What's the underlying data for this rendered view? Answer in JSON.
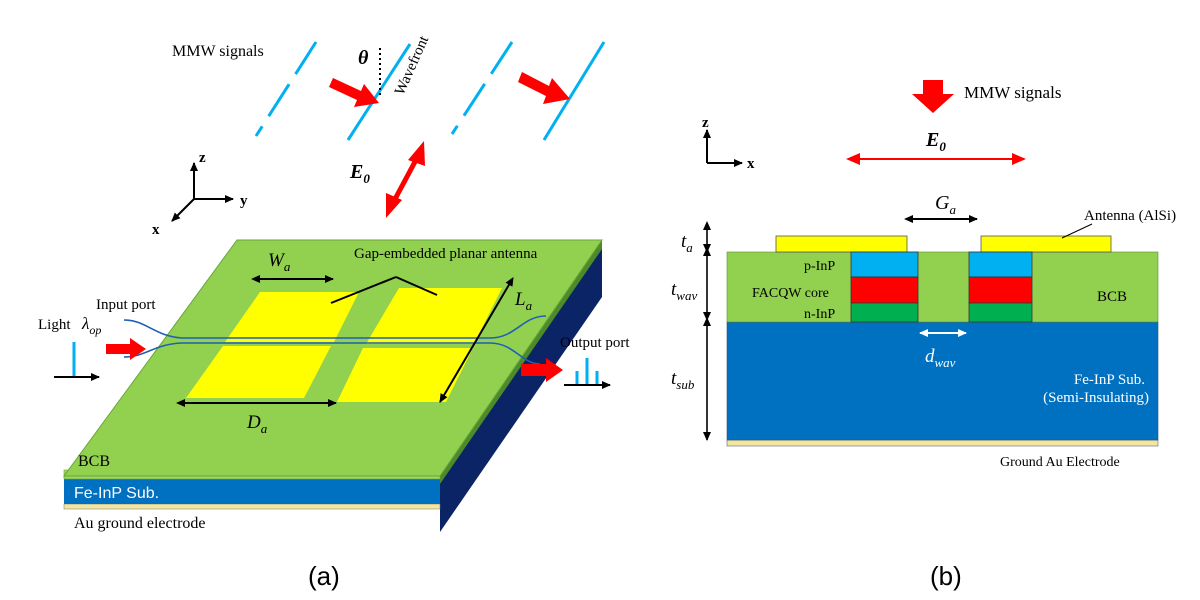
{
  "panel_a": {
    "caption": "(a)",
    "mmw_signals": "MMW signals",
    "theta": "θ",
    "wavefront": "Wavefront",
    "e0_base": "E",
    "e0_sub": "0",
    "axis_z": "z",
    "axis_y": "y",
    "axis_x": "x",
    "wa_base": "W",
    "wa_sub": "a",
    "la_base": "L",
    "la_sub": "a",
    "da_base": "D",
    "da_sub": "a",
    "antenna_label": "Gap-embedded planar antenna",
    "input_port": "Input port",
    "light": "Light",
    "lambda_base": "λ",
    "lambda_sub": "op",
    "output_port": "Output port",
    "bcb": "BCB",
    "substrate": "Fe-InP Sub.",
    "ground": "Au ground electrode"
  },
  "panel_b": {
    "caption": "(b)",
    "mmw_signals": "MMW signals",
    "e0_base": "E",
    "e0_sub": "0",
    "axis_z": "z",
    "axis_x": "x",
    "ga_base": "G",
    "ga_sub": "a",
    "antenna_label": "Antenna (AlSi)",
    "ta_base": "t",
    "ta_sub": "a",
    "twav_base": "t",
    "twav_sub": "wav",
    "tsub_base": "t",
    "tsub_sub": "sub",
    "p_inp": "p-InP",
    "core": "FACQW core",
    "n_inp": "n-InP",
    "bcb": "BCB",
    "dwav_base": "d",
    "dwav_sub": "wav",
    "substrate_line1": "Fe-InP Sub.",
    "substrate_line2": "(Semi-Insulating)",
    "ground": "Ground Au Electrode"
  },
  "colors": {
    "bcb_green": "#92d050",
    "substrate_blue": "#0070c0",
    "side_navy": "#0b2466",
    "antenna_yellow": "#ffff00",
    "arrow_red": "#ff0000",
    "wave_cyan": "#00b0f0",
    "core_red": "#ff0000",
    "p_inp_cyan": "#00b0f0",
    "n_inp_green": "#00b050",
    "ground_gold": "#f2e6a0"
  }
}
